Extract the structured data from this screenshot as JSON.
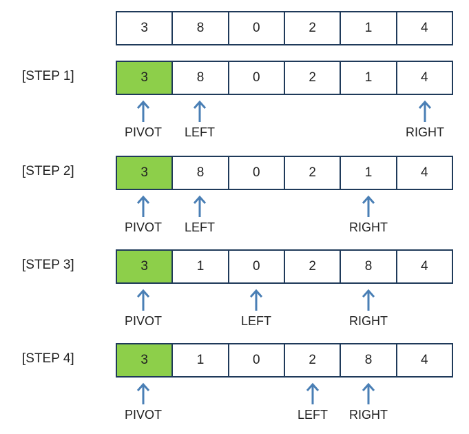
{
  "rows": [
    {
      "label": "",
      "values": [
        "3",
        "8",
        "0",
        "2",
        "1",
        "4"
      ],
      "pivot_index": null,
      "pointers": []
    },
    {
      "label": "[STEP 1]",
      "values": [
        "3",
        "8",
        "0",
        "2",
        "1",
        "4"
      ],
      "pivot_index": 0,
      "pointers": [
        {
          "label": "PIVOT",
          "index": 0
        },
        {
          "label": "LEFT",
          "index": 1
        },
        {
          "label": "RIGHT",
          "index": 5
        }
      ]
    },
    {
      "label": "[STEP 2]",
      "values": [
        "3",
        "8",
        "0",
        "2",
        "1",
        "4"
      ],
      "pivot_index": 0,
      "pointers": [
        {
          "label": "PIVOT",
          "index": 0
        },
        {
          "label": "LEFT",
          "index": 1
        },
        {
          "label": "RIGHT",
          "index": 4
        }
      ]
    },
    {
      "label": "[STEP 3]",
      "values": [
        "3",
        "1",
        "0",
        "2",
        "8",
        "4"
      ],
      "pivot_index": 0,
      "pointers": [
        {
          "label": "PIVOT",
          "index": 0
        },
        {
          "label": "LEFT",
          "index": 2
        },
        {
          "label": "RIGHT",
          "index": 4
        }
      ]
    },
    {
      "label": "[STEP 4]",
      "values": [
        "3",
        "1",
        "0",
        "2",
        "8",
        "4"
      ],
      "pivot_index": 0,
      "pointers": [
        {
          "label": "PIVOT",
          "index": 0
        },
        {
          "label": "LEFT",
          "index": 3
        },
        {
          "label": "RIGHT",
          "index": 4
        }
      ]
    }
  ],
  "colors": {
    "pivot_fill": "#8dcf4a",
    "arrow": "#4a7fb5",
    "border": "#1f3a5a"
  },
  "icons": {
    "pointer": "arrow-up-icon"
  }
}
